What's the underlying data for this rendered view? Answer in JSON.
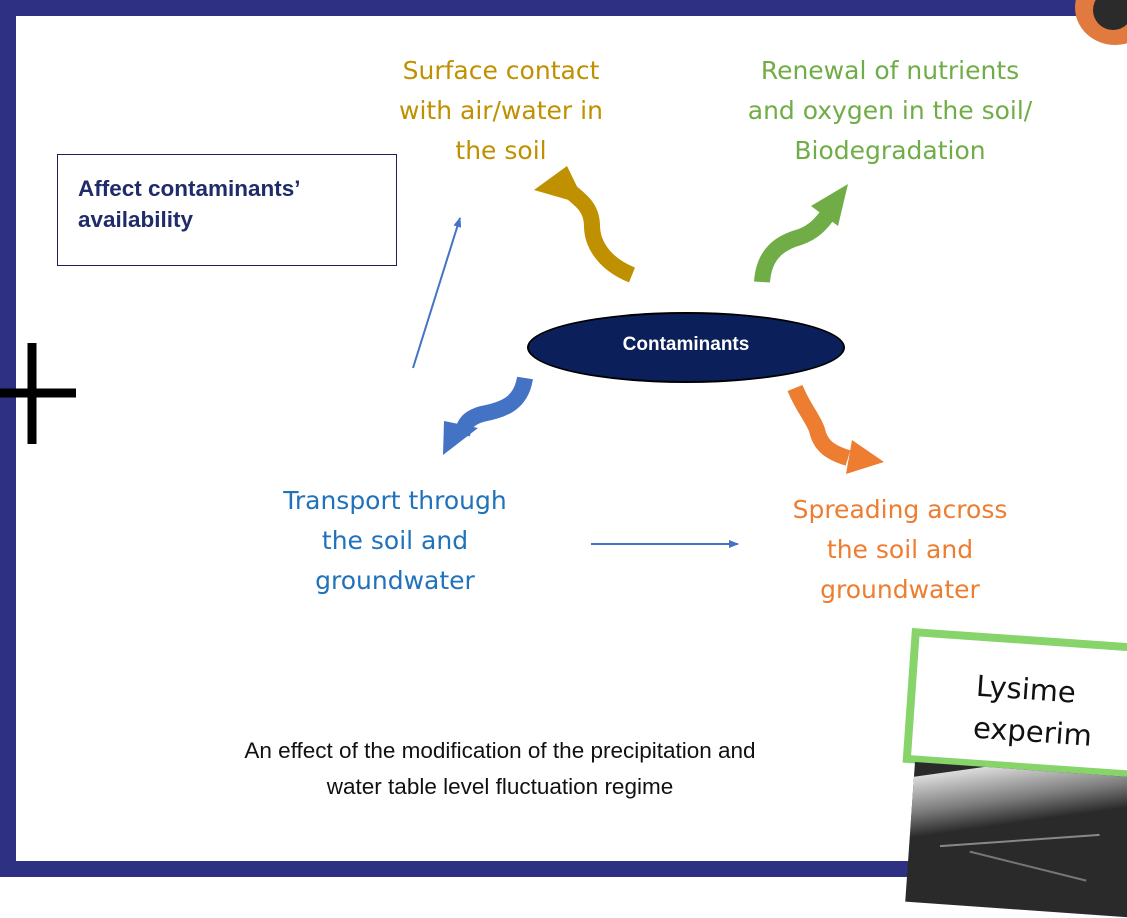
{
  "contaminants_label": "Contaminants",
  "box_label": "Affect contaminants’\navailability",
  "nodes": {
    "surface": "Surface contact\nwith air/water in\nthe soil",
    "renewal": "Renewal of nutrients\nand oxygen in the soil/\nBiodegradation",
    "transport": "Transport through\nthe soil and\ngroundwater",
    "spreading": "Spreading across\nthe soil and\ngroundwater"
  },
  "caption": "An effect of the modification of the precipitation and\nwater table level fluctuation regime",
  "note_label": "Lysime\nexperim",
  "colors": {
    "frame": "#2e3083",
    "surface": "#bf9000",
    "renewal": "#70ad47",
    "transport": "#1f72bb",
    "spreading": "#ed7d31",
    "ellipse": "#0b1f5b",
    "box_text": "#1f2c69",
    "note_border": "#86d46a",
    "thin_arrow": "#4472c4"
  }
}
